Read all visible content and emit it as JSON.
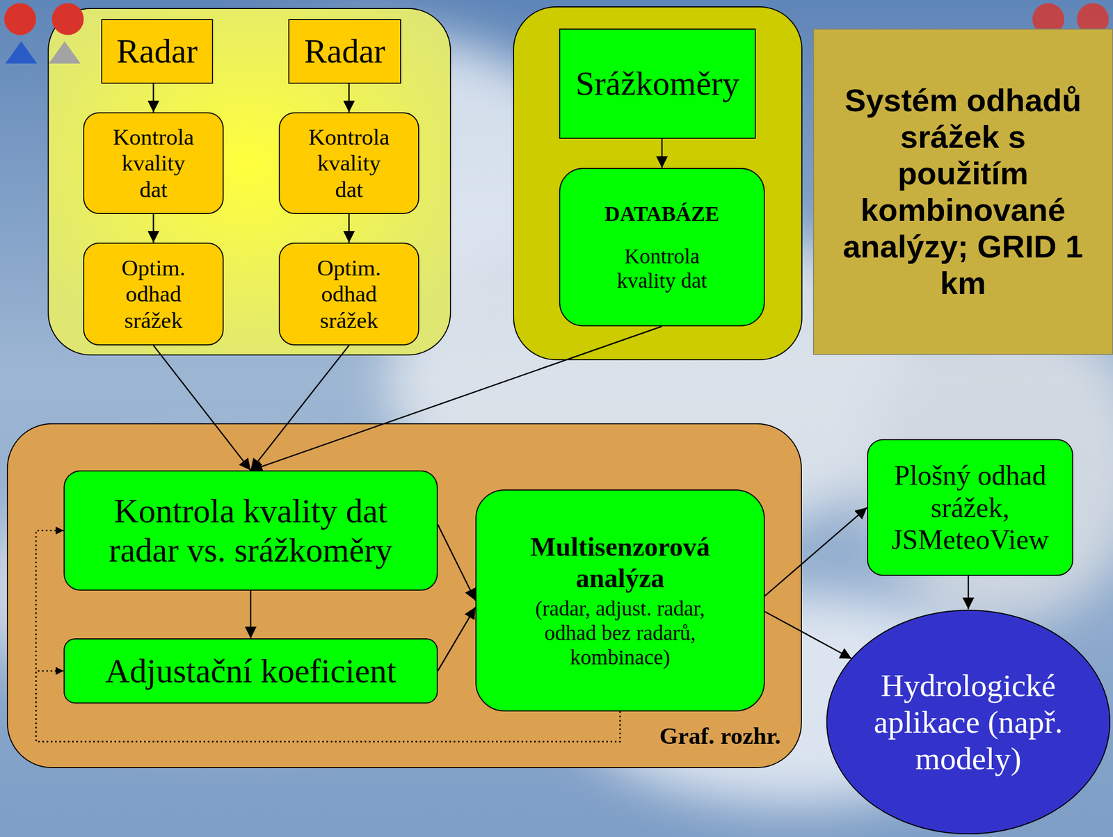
{
  "diagram": {
    "title": "Systém odhadů srážek s použitím kombinované analýzy; GRID 1 km",
    "nodes": [
      {
        "text": [
          "Radar"
        ]
      },
      {
        "text": [
          "Radar"
        ]
      },
      {
        "text": [
          "Srážkoměry"
        ]
      },
      {
        "text": [
          "Kontrola kvality dat"
        ]
      },
      {
        "text": [
          "Kontrola kvality dat"
        ]
      },
      {
        "text": [
          "DATABÁZE",
          "Kontrola kvality dat"
        ]
      },
      {
        "text": [
          "Optim. odhad srážek"
        ]
      },
      {
        "text": [
          "Optim. odhad srážek"
        ]
      },
      {
        "text": [
          "Graf. rozhr."
        ]
      },
      {
        "text": [
          "Kontrola kvality dat radar vs. srážkoměry"
        ],
        "in": 8
      },
      {
        "text": [
          "Multisenzorová analýza",
          "(radar, adjust. radar, odhad bez radarů, kombinace)"
        ],
        "in": 8
      },
      {
        "text": [
          "Plošný odhad srážek, JSMeteoView"
        ]
      },
      {
        "text": [
          "Adjustační koeficient"
        ],
        "in": 8
      },
      {
        "text": [
          "Hydrologické aplikace (např. modely)"
        ]
      }
    ],
    "edges": [
      {
        "from": 0,
        "to": 3,
        "arrow": "to"
      },
      {
        "from": 1,
        "to": 4,
        "arrow": "to"
      },
      {
        "from": 2,
        "to": 5,
        "arrow": "to"
      },
      {
        "from": 3,
        "to": 6,
        "arrow": "to"
      },
      {
        "from": 4,
        "to": 7,
        "arrow": "to"
      },
      {
        "from": 6,
        "to": 9,
        "arrow": "to"
      },
      {
        "from": 7,
        "to": 9,
        "arrow": "to"
      },
      {
        "from": 5,
        "to": 9,
        "arrow": "to"
      },
      {
        "from": 9,
        "to": 12,
        "arrow": "to"
      },
      {
        "from": 9,
        "to": 10,
        "arrow": "to"
      },
      {
        "from": 12,
        "to": 10,
        "arrow": "to"
      },
      {
        "from": 10,
        "to": 11,
        "arrow": "to"
      },
      {
        "from": 10,
        "to": 13,
        "arrow": "to"
      },
      {
        "from": 11,
        "to": 13,
        "arrow": "to"
      },
      {
        "from": 10,
        "to": 9,
        "arrow": "to"
      },
      {
        "from": 10,
        "to": 12,
        "arrow": "to"
      }
    ]
  }
}
